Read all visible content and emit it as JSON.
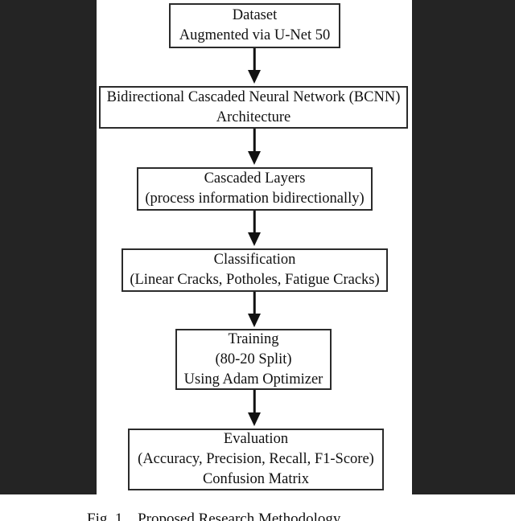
{
  "figure": {
    "nodes": [
      {
        "id": "dataset",
        "lines": [
          "Dataset",
          "Augmented via U-Net 50"
        ]
      },
      {
        "id": "bcnn",
        "lines": [
          "Bidirectional Cascaded Neural Network (BCNN)",
          "Architecture"
        ]
      },
      {
        "id": "cascaded-layers",
        "lines": [
          "Cascaded Layers",
          "(process information bidirectionally)"
        ]
      },
      {
        "id": "classification",
        "lines": [
          "Classification",
          "(Linear Cracks, Potholes, Fatigue Cracks)"
        ]
      },
      {
        "id": "training",
        "lines": [
          "Training",
          "(80-20 Split)",
          "Using Adam Optimizer"
        ]
      },
      {
        "id": "evaluation",
        "lines": [
          "Evaluation",
          "(Accuracy, Precision, Recall, F1-Score)",
          "Confusion Matrix"
        ]
      }
    ],
    "caption": {
      "label": "Fig. 1.",
      "title": "Proposed Research Methodology"
    },
    "colors": {
      "page_bg": "#ffffff",
      "side_bar": "#242424",
      "box_border": "#2b2b2b",
      "text": "#111111",
      "arrow": "#111111"
    }
  }
}
